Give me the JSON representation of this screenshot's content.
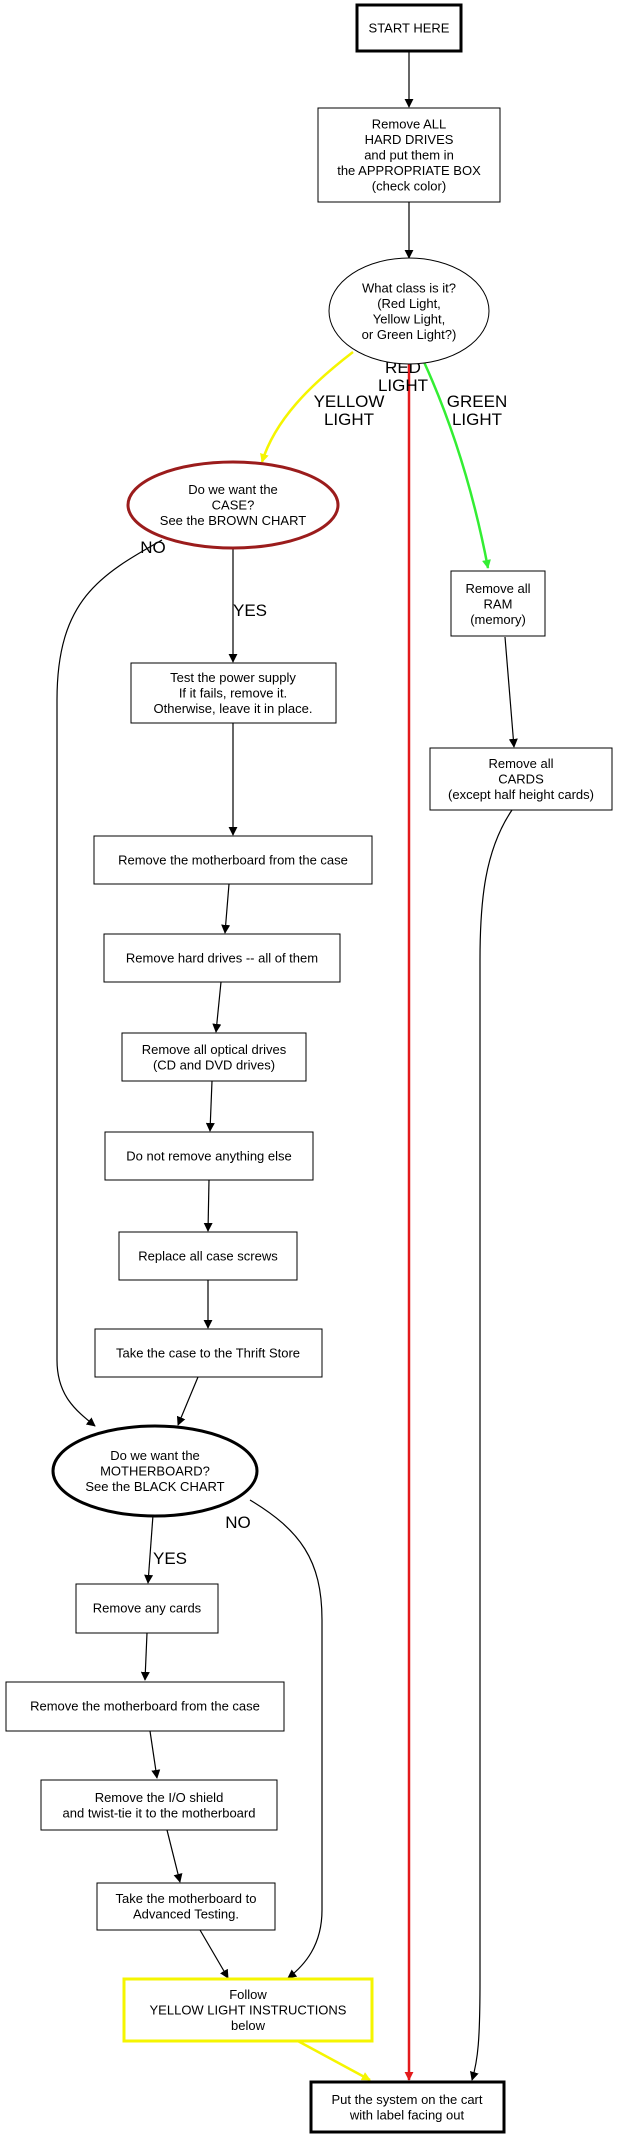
{
  "nodes": {
    "start": [
      "START HERE"
    ],
    "remove_hdd": [
      "Remove ALL",
      "HARD DRIVES",
      "and put them in",
      "the APPROPRIATE BOX",
      "(check color)"
    ],
    "class_q": [
      "What class is it?",
      "(Red Light,",
      "Yellow Light,",
      "or Green Light?)"
    ],
    "case_q": [
      "Do we want the",
      "CASE?",
      "See the BROWN CHART"
    ],
    "remove_ram": [
      "Remove all",
      "RAM",
      "(memory)"
    ],
    "remove_cards_green": [
      "Remove all",
      "CARDS",
      "(except half height cards)"
    ],
    "test_psu": [
      "Test the power supply",
      "If it fails, remove it.",
      "Otherwise, leave it in place."
    ],
    "remove_mb_case": [
      "Remove the motherboard from the case"
    ],
    "remove_hdd_all": [
      "Remove hard drives -- all of them"
    ],
    "remove_optical": [
      "Remove all optical drives",
      "(CD and DVD drives)"
    ],
    "do_not_remove": [
      "Do not remove anything else"
    ],
    "replace_screws": [
      "Replace all case screws"
    ],
    "thrift": [
      "Take the case to the Thrift Store"
    ],
    "mb_q": [
      "Do we want the",
      "MOTHERBOARD?",
      "See the BLACK CHART"
    ],
    "remove_any_cards": [
      "Remove any cards"
    ],
    "remove_mb_case2": [
      "Remove the motherboard from the case"
    ],
    "remove_io": [
      "Remove the I/O shield",
      "and twist-tie it to the motherboard"
    ],
    "adv_testing": [
      "Take the motherboard to",
      "Advanced Testing."
    ],
    "follow_yellow": [
      "Follow",
      "YELLOW LIGHT INSTRUCTIONS",
      "below"
    ],
    "cart": [
      "Put the system on the cart",
      "with label facing out"
    ]
  },
  "edge_labels": {
    "red": [
      "RED",
      "LIGHT"
    ],
    "yellow": [
      "YELLOW",
      "LIGHT"
    ],
    "green": [
      "GREEN",
      "LIGHT"
    ],
    "case_no": [
      "NO"
    ],
    "case_yes": [
      "YES"
    ],
    "mb_no": [
      "NO"
    ],
    "mb_yes": [
      "YES"
    ]
  },
  "colors": {
    "red_light": "#e31a1c",
    "yellow_light": "#f5f500",
    "green_light": "#33ee33",
    "brown_chart": "#9b1c1c",
    "black_chart": "#000000"
  }
}
